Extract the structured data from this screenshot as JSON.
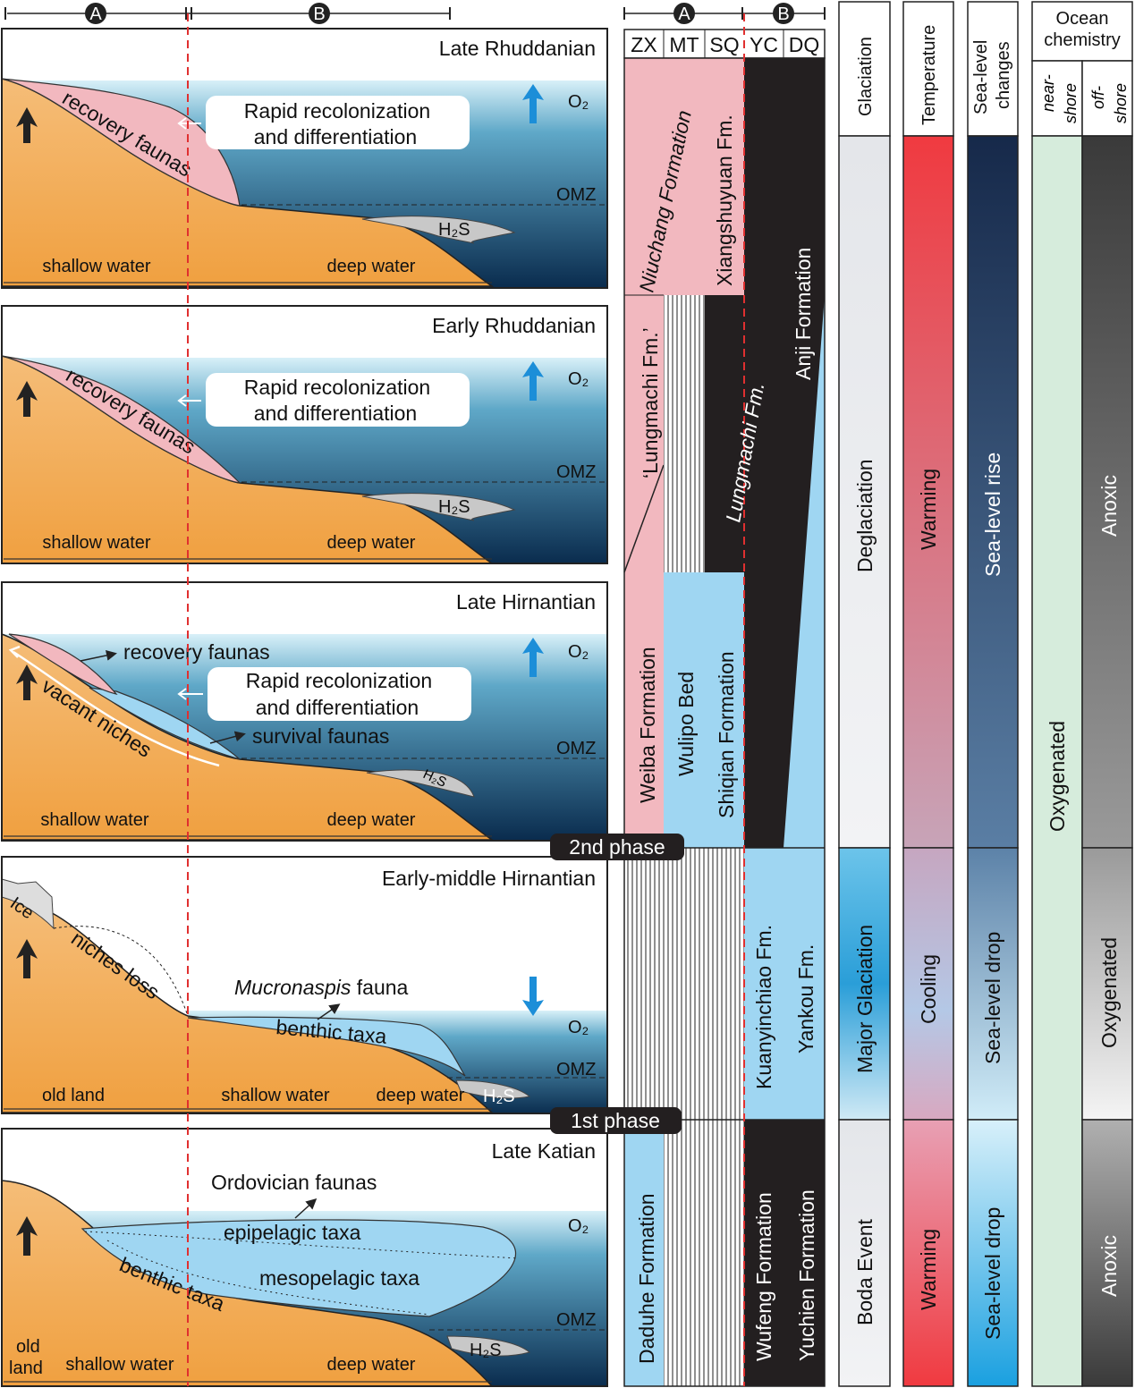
{
  "scale": {
    "a": "A",
    "b": "B"
  },
  "panels": [
    {
      "title": "Late Rhuddanian",
      "callout_1": "Rapid recolonization",
      "callout_2": "and differentiation",
      "fauna": "recovery faunas",
      "o2": "O₂",
      "omz": "OMZ",
      "h2s": "H₂S",
      "shallow": "shallow water",
      "deep": "deep water"
    },
    {
      "title": "Early Rhuddanian",
      "callout_1": "Rapid recolonization",
      "callout_2": "and differentiation",
      "fauna": "recovery faunas",
      "o2": "O₂",
      "omz": "OMZ",
      "h2s": "H₂S",
      "shallow": "shallow water",
      "deep": "deep water"
    },
    {
      "title": "Late Hirnantian",
      "recovery": "recovery faunas",
      "callout_1": "Rapid recolonization",
      "callout_2": "and differentiation",
      "survival": "survival faunas",
      "vacant": "vacant  niches",
      "o2": "O₂",
      "omz": "OMZ",
      "h2s": "H₂S",
      "shallow": "shallow water",
      "deep": "deep water"
    },
    {
      "title": "Early-middle Hirnantian",
      "ice": "Ice",
      "niches_loss": "niches loss",
      "mucro_genus": "Mucronaspis",
      "mucro_rest": " fauna",
      "benthic": "benthic taxa",
      "o2": "O₂",
      "omz": "OMZ",
      "h2s": "H₂S",
      "old_land": "old land",
      "shallow": "shallow water",
      "deep": "deep water"
    },
    {
      "title": "Late Katian",
      "ordovician": "Ordovician faunas",
      "epi": "epipelagic taxa",
      "meso": "mesopelagic taxa",
      "benthic": "benthic taxa",
      "o2": "O₂",
      "omz": "OMZ",
      "h2s": "H₂S",
      "old": "old",
      "land": "land",
      "shallow": "shallow water",
      "deep": "deep water"
    }
  ],
  "phases": {
    "second": "2nd phase",
    "first": "1st phase"
  },
  "strat": {
    "headers": [
      "ZX",
      "MT",
      "SQ",
      "YC",
      "DQ"
    ],
    "niuchang": "Niuchang Formation",
    "xiangshuyuan": "Xiangshuyuan Fm.",
    "anji": "Anji Formation",
    "lungmachi_q": "‘Lungmachi Fm.’",
    "lungmachi": "Lungmachi Fm.",
    "weiba": "Weiba Formation",
    "wulipo": "Wulipo Bed",
    "shiqian": "Shiqian Formation",
    "kuanyinchiao": "Kuanyinchiao Fm.",
    "yankou": "Yankou Fm.",
    "daduhe": "Daduhe Formation",
    "wufeng": "Wufeng Formation",
    "yuchien": "Yuchien Formation"
  },
  "columns": {
    "glaciation": {
      "header": "Glaciation",
      "upper": "Deglaciation",
      "middle": "Major Glaciation",
      "lower": "Boda Event"
    },
    "temperature": {
      "header": "Temperature",
      "upper": "Warming",
      "middle": "Cooling",
      "lower": "Warming"
    },
    "sea_level": {
      "header_1": "Sea-level",
      "header_2": "changes",
      "upper": "Sea-level rise",
      "middle": "Sea-level drop",
      "lower": "Sea-level drop"
    },
    "ocean": {
      "header_1": "Ocean",
      "header_2": "chemistry",
      "near_1": "near-",
      "near_2": "shore",
      "off_1": "off-",
      "off_2": "shore",
      "near_all": "Oxygenated",
      "off_upper": "Anoxic",
      "off_middle": "Oxygenated",
      "off_lower": "Anoxic"
    }
  },
  "colors": {
    "pink": "#f2b8bf",
    "light_blue": "#9fd6f2",
    "black": "#231f20",
    "red_dash": "#e03030"
  }
}
